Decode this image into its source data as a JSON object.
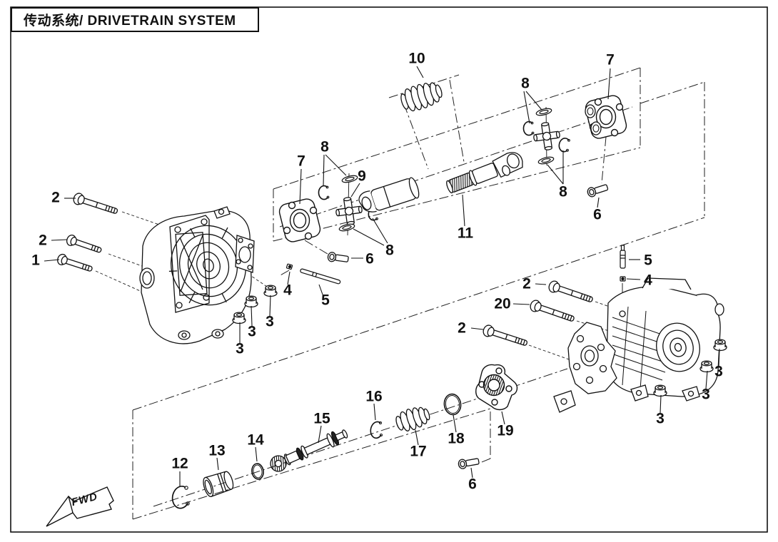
{
  "page": {
    "title": "传动系统/ DRIVETRAIN SYSTEM"
  },
  "fwd_marker": {
    "label": "FWD"
  },
  "colors": {
    "line": "#1a1a1a",
    "background": "#ffffff"
  },
  "callouts": [
    {
      "n": "1"
    },
    {
      "n": "2"
    },
    {
      "n": "2"
    },
    {
      "n": "3"
    },
    {
      "n": "3"
    },
    {
      "n": "3"
    },
    {
      "n": "4"
    },
    {
      "n": "5"
    },
    {
      "n": "6"
    },
    {
      "n": "7"
    },
    {
      "n": "8"
    },
    {
      "n": "9"
    },
    {
      "n": "8"
    },
    {
      "n": "10"
    },
    {
      "n": "8"
    },
    {
      "n": "7"
    },
    {
      "n": "8"
    },
    {
      "n": "6"
    },
    {
      "n": "11"
    },
    {
      "n": "5"
    },
    {
      "n": "4"
    },
    {
      "n": "2"
    },
    {
      "n": "20"
    },
    {
      "n": "2"
    },
    {
      "n": "3"
    },
    {
      "n": "3"
    },
    {
      "n": "3"
    },
    {
      "n": "12"
    },
    {
      "n": "13"
    },
    {
      "n": "14"
    },
    {
      "n": "15"
    },
    {
      "n": "16"
    },
    {
      "n": "17"
    },
    {
      "n": "18"
    },
    {
      "n": "19"
    },
    {
      "n": "6"
    }
  ]
}
